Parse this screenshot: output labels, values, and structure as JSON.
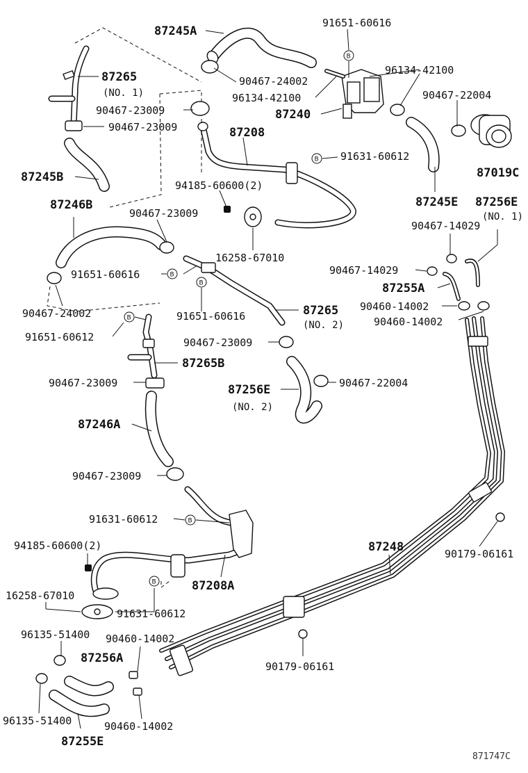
{
  "diagram": {
    "code": "871747C",
    "b_mark": "B",
    "labels": {
      "p87245A": "87245A",
      "p91651_60616_a": "91651-60616",
      "p87265_1": "87265",
      "no1_a": "(NO. 1)",
      "p90467_24002_a": "90467-24002",
      "p96134_42100_a": "96134-42100",
      "p96134_42100_b": "96134-42100",
      "p90467_22004_a": "90467-22004",
      "p90467_23009_a": "90467-23009",
      "p87240": "87240",
      "p90467_23009_b": "90467-23009",
      "p87208": "87208",
      "p87245B": "87245B",
      "p91631_60612_a": "91631-60612",
      "p87019C": "87019C",
      "p94185_60600_a": "94185-60600(2)",
      "p87246B": "87246B",
      "p87245E": "87245E",
      "p87256E_1": "87256E",
      "no1_b": "(NO. 1)",
      "p90467_23009_c": "90467-23009",
      "p90467_14029_a": "90467-14029",
      "p16258_67010_a": "16258-67010",
      "p90467_14029_b": "90467-14029",
      "p91651_60616_b": "91651-60616",
      "p87255A": "87255A",
      "p90460_14002_a": "90460-14002",
      "p90467_24002_b": "90467-24002",
      "p91651_60616_c": "91651-60616",
      "p87265_2": "87265",
      "no2_a": "(NO. 2)",
      "p90460_14002_b": "90460-14002",
      "p91651_60612": "91651-60612",
      "p90467_23009_d": "90467-23009",
      "p87265B": "87265B",
      "p90467_23009_e": "90467-23009",
      "p87256E_2": "87256E",
      "p90467_22004_b": "90467-22004",
      "no2_b": "(NO. 2)",
      "p87246A": "87246A",
      "p90467_23009_f": "90467-23009",
      "p91631_60612_b": "91631-60612",
      "p94185_60600_b": "94185-60600(2)",
      "p87248": "87248",
      "p90179_06161_a": "90179-06161",
      "p87208A": "87208A",
      "p16258_67010_b": "16258-67010",
      "p91631_60612_c": "91631-60612",
      "p96135_51400_a": "96135-51400",
      "p90460_14002_c": "90460-14002",
      "p87256A": "87256A",
      "p90179_06161_b": "90179-06161",
      "p96135_51400_b": "96135-51400",
      "p90460_14002_d": "90460-14002",
      "p87255E": "87255E"
    }
  }
}
